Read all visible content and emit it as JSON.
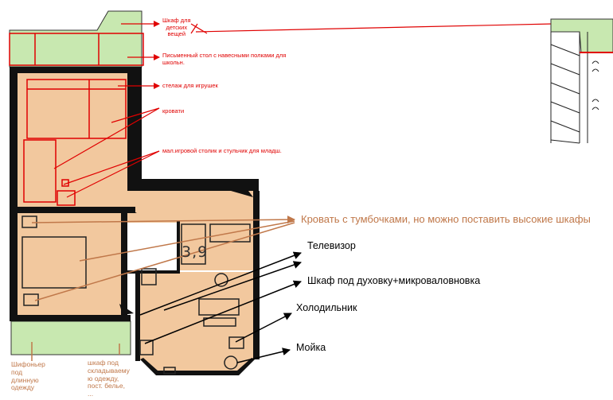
{
  "colors": {
    "floor": "#f2c89e",
    "balcony": "#c8e8b0",
    "wall": "#111111",
    "red_annotation": "#e00000",
    "brown_annotation": "#c0784a",
    "black_annotation": "#000000"
  },
  "labels": {
    "children_wardrobe": "Шкаф для\nдетских\nвещей",
    "desk_with_shelves": "Письменный стол с навесными полками для\nшкольн.",
    "toy_rack": "стелаж для игрушек",
    "beds": "кровати",
    "play_table": "мал.игровой столик и стульчик для младш.",
    "bed_with_nightstands": "Кровать с тумбочками, но можно поставить высокие шкафы",
    "tv": "Телевизор",
    "oven_cabinet": "Шкаф под духовку+микроваловновка",
    "fridge": "Холодильник",
    "sink": "Мойка",
    "long_clothes_wardrobe": "Шифоньер\nпод\nдлинную\nодежду",
    "folded_clothes_cabinet": "шкаф под\nскладываему\nю одежду,\nпост. белье,\n..."
  },
  "room_area": "3,9"
}
